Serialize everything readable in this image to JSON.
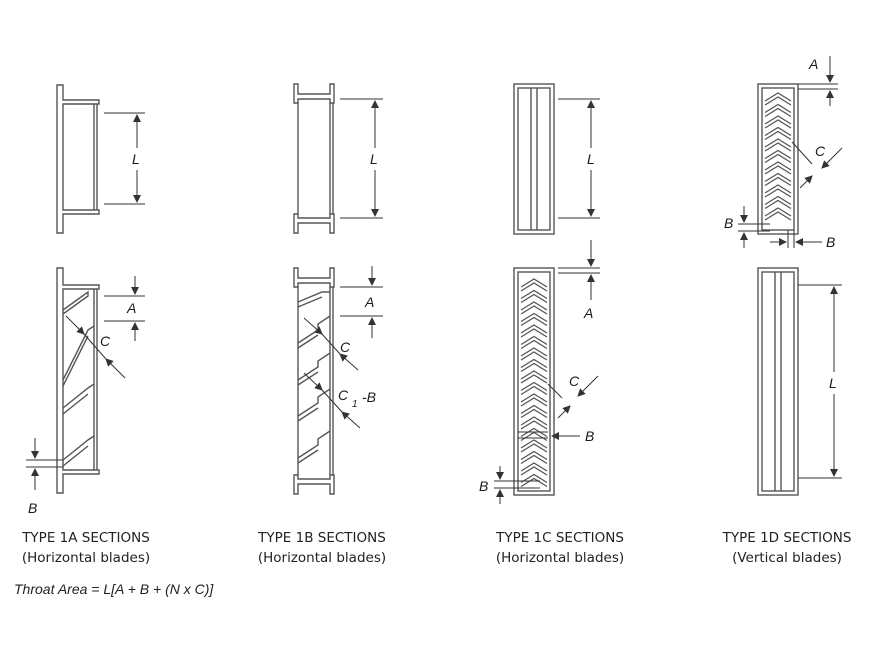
{
  "dimension_labels": {
    "L": "L",
    "A": "A",
    "B": "B",
    "C": "C",
    "C1_sub": "1",
    "C1_suffix": "-B"
  },
  "captions": [
    {
      "title": "TYPE 1A SECTIONS",
      "subtitle": "(Horizontal blades)"
    },
    {
      "title": "TYPE 1B SECTIONS",
      "subtitle": "(Horizontal blades)"
    },
    {
      "title": "TYPE 1C SECTIONS",
      "subtitle": "(Horizontal blades)"
    },
    {
      "title": "TYPE 1D SECTIONS",
      "subtitle": "(Vertical blades)"
    }
  ],
  "formula": {
    "label": "Throat Area",
    "expression": " = L[A + B + (N x C)]"
  },
  "colors": {
    "line": "#555555",
    "text": "#222222"
  }
}
